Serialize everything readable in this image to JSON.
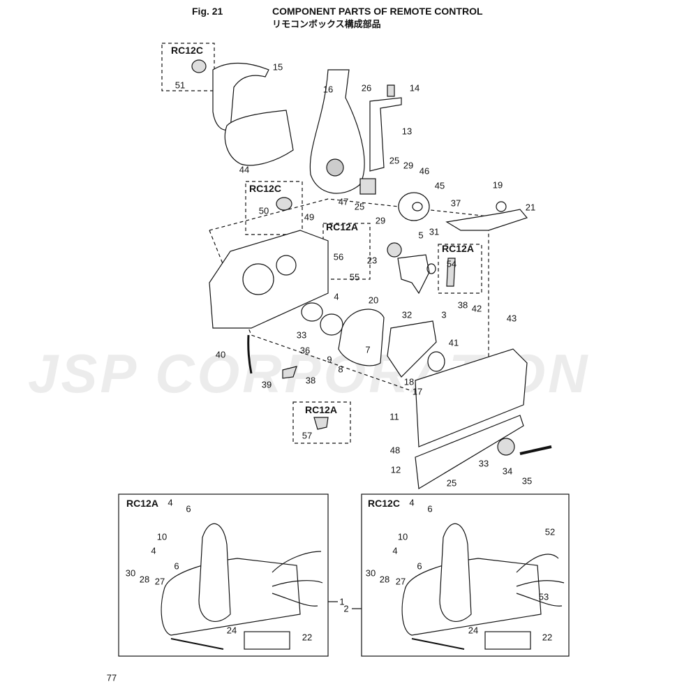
{
  "header": {
    "fig": "Fig. 21",
    "title_en": "COMPONENT PARTS OF REMOTE CONTROL",
    "title_jp": "リモコンボックス構成部品"
  },
  "watermark": "JSP CORPORATION",
  "page_number": "77",
  "variants": {
    "rc12a": "RC12A",
    "rc12c": "RC12C"
  },
  "callouts": [
    "51",
    "15",
    "16",
    "26",
    "14",
    "13",
    "44",
    "25",
    "29",
    "46",
    "45",
    "47",
    "25",
    "29",
    "50",
    "19",
    "21",
    "37",
    "49",
    "56",
    "55",
    "4",
    "23",
    "5",
    "31",
    "54",
    "20",
    "33",
    "32",
    "3",
    "38",
    "42",
    "43",
    "41",
    "36",
    "7",
    "40",
    "9",
    "8",
    "38",
    "39",
    "18",
    "17",
    "57",
    "11",
    "48",
    "12",
    "33",
    "34",
    "35",
    "25"
  ],
  "assy_left": [
    "4",
    "6",
    "10",
    "4",
    "6",
    "30",
    "28",
    "27",
    "24",
    "22",
    "1"
  ],
  "assy_right": [
    "4",
    "6",
    "10",
    "4",
    "6",
    "30",
    "28",
    "27",
    "52",
    "53",
    "24",
    "22",
    "2"
  ]
}
